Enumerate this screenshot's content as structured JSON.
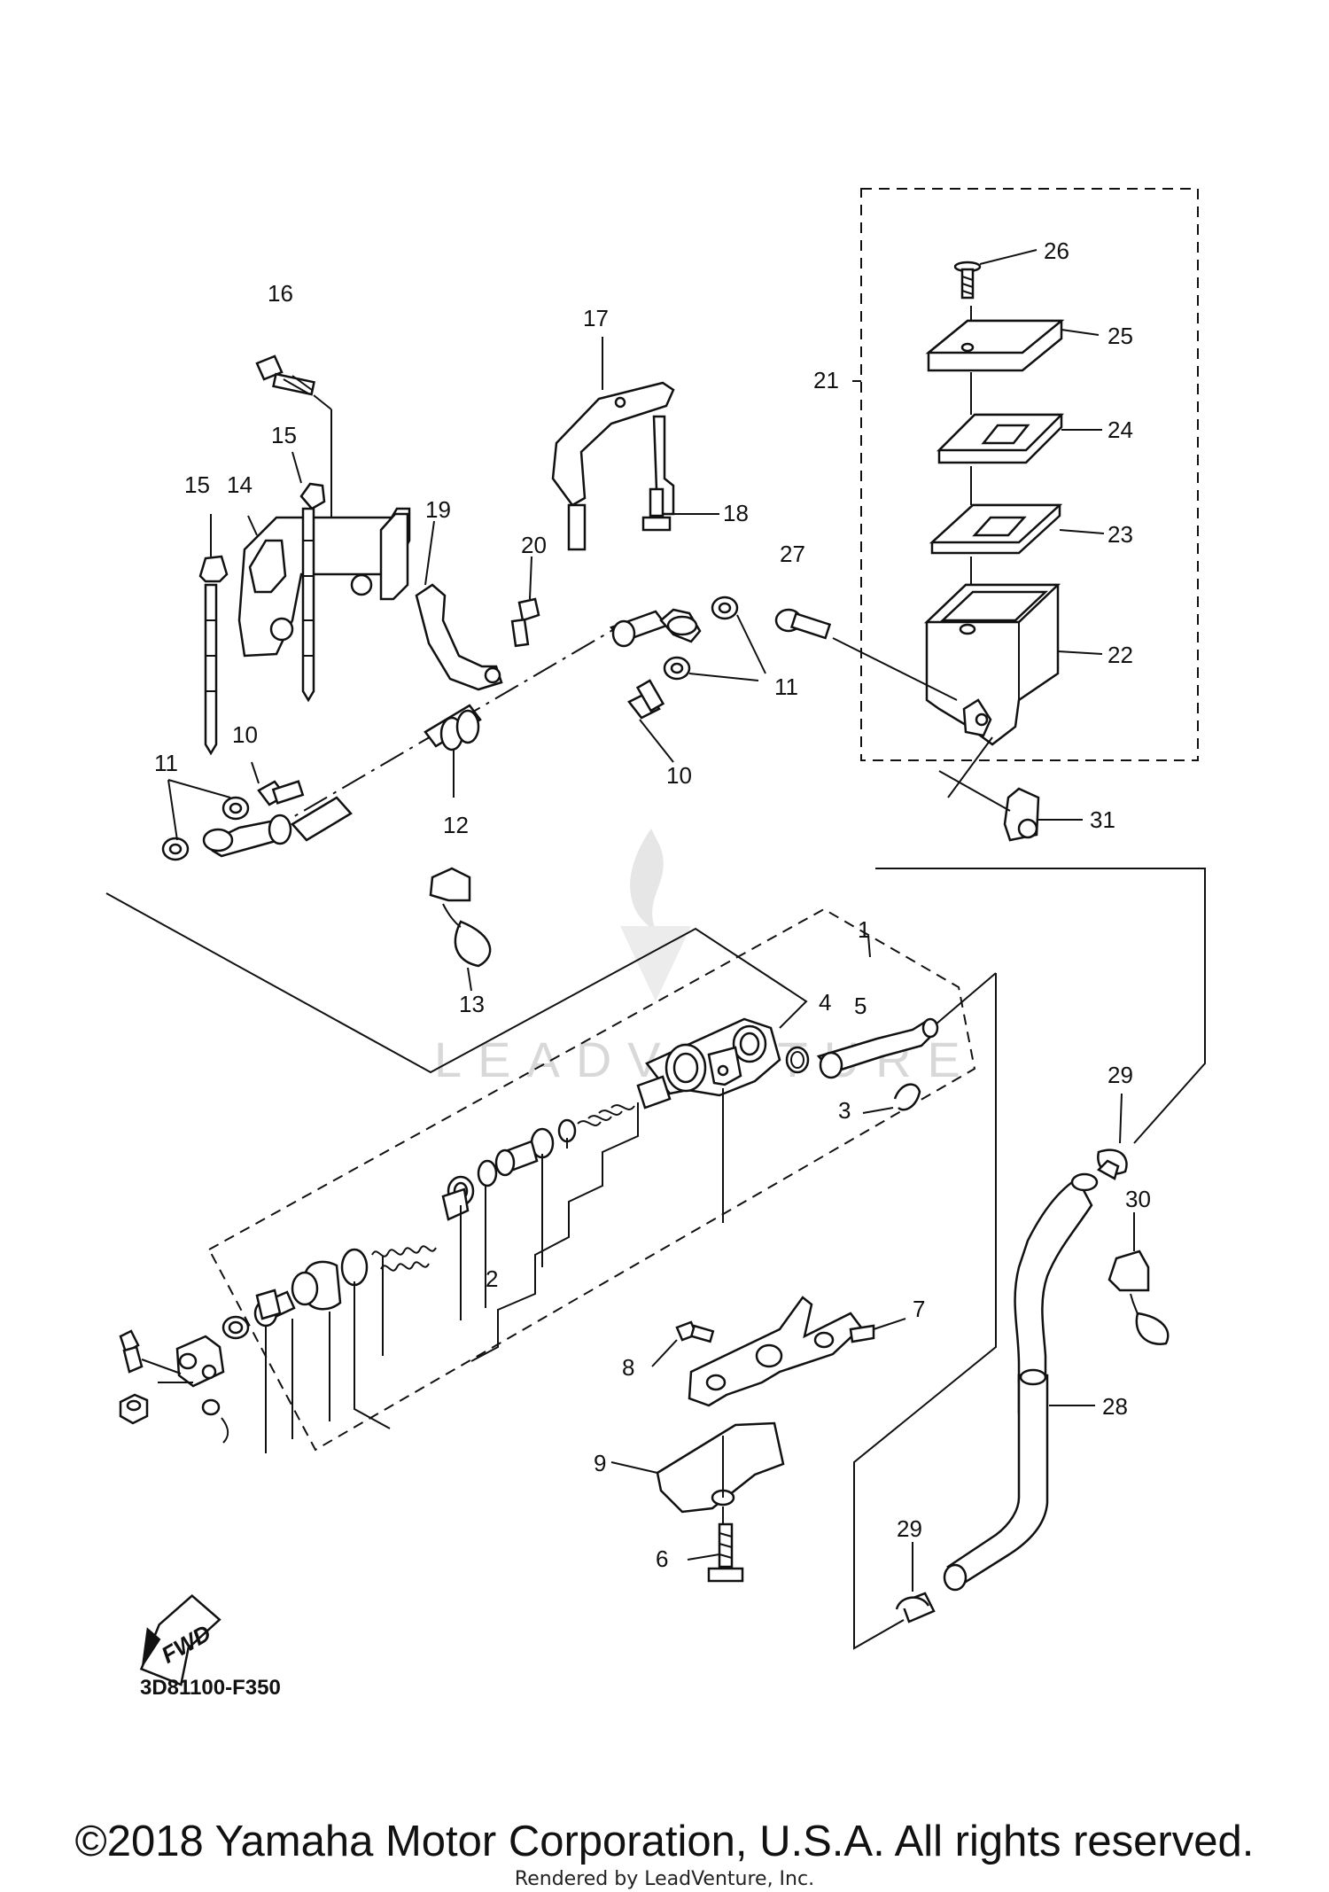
{
  "callouts": [
    "1",
    "2",
    "3",
    "4",
    "5",
    "6",
    "7",
    "8",
    "9",
    "10",
    "10",
    "11",
    "11",
    "12",
    "13",
    "14",
    "15",
    "15",
    "16",
    "17",
    "18",
    "19",
    "20",
    "21",
    "22",
    "23",
    "24",
    "25",
    "26",
    "27",
    "28",
    "29",
    "29",
    "30",
    "31"
  ],
  "diagram_code": "3D81100-F350",
  "fwd_label": "FWD",
  "watermark": "LEADVENTURE",
  "copyright": "©2018 Yamaha Motor Corporation, U.S.A. All rights reserved.",
  "rendered_by": "Rendered by LeadVenture, Inc."
}
